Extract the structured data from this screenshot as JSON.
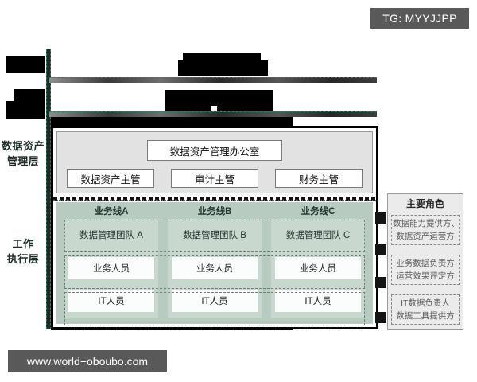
{
  "badge": {
    "tg_label": "TG: MYYJJPP"
  },
  "watermark": {
    "url": "www.world−oboubo.com"
  },
  "layers": {
    "management_label": "数据资产\n管理层",
    "management_label_line1": "数据资产",
    "management_label_line2": "管理层",
    "execution_label_line1": "工作",
    "execution_label_line2": "执行层"
  },
  "management": {
    "office": "数据资产管理办公室",
    "chips": [
      "数据资产主管",
      "审计主管",
      "财务主管"
    ]
  },
  "execution": {
    "columns": [
      {
        "title": "业务线A",
        "team": "数据管理团队 A",
        "business_staff": "业务人员",
        "it_staff": "IT人员"
      },
      {
        "title": "业务线B",
        "team": "数据管理团队 B",
        "business_staff": "业务人员",
        "it_staff": "IT人员"
      },
      {
        "title": "业务线C",
        "team": "数据管理团队 C",
        "business_staff": "业务人员",
        "it_staff": "IT人员"
      }
    ]
  },
  "roles": {
    "title": "主要角色",
    "groups": [
      {
        "lines": [
          "数据能力提供方、",
          "数据资产运营方"
        ]
      },
      {
        "lines": [
          "业务数据负责方",
          "运营效果评定方"
        ]
      },
      {
        "lines": [
          "IT数据负责人",
          "数据工具提供方"
        ]
      }
    ]
  },
  "colors": {
    "redaction": "#000000",
    "badge_bg": "#595959",
    "management_band": "#e2e2e2",
    "execution_band": "#b7cbc0",
    "column_inner": "#c9d8cf",
    "roles_panel": "#ebebeb",
    "spine": "#1d2b26",
    "accent_dashed": "#2e7d6a"
  }
}
